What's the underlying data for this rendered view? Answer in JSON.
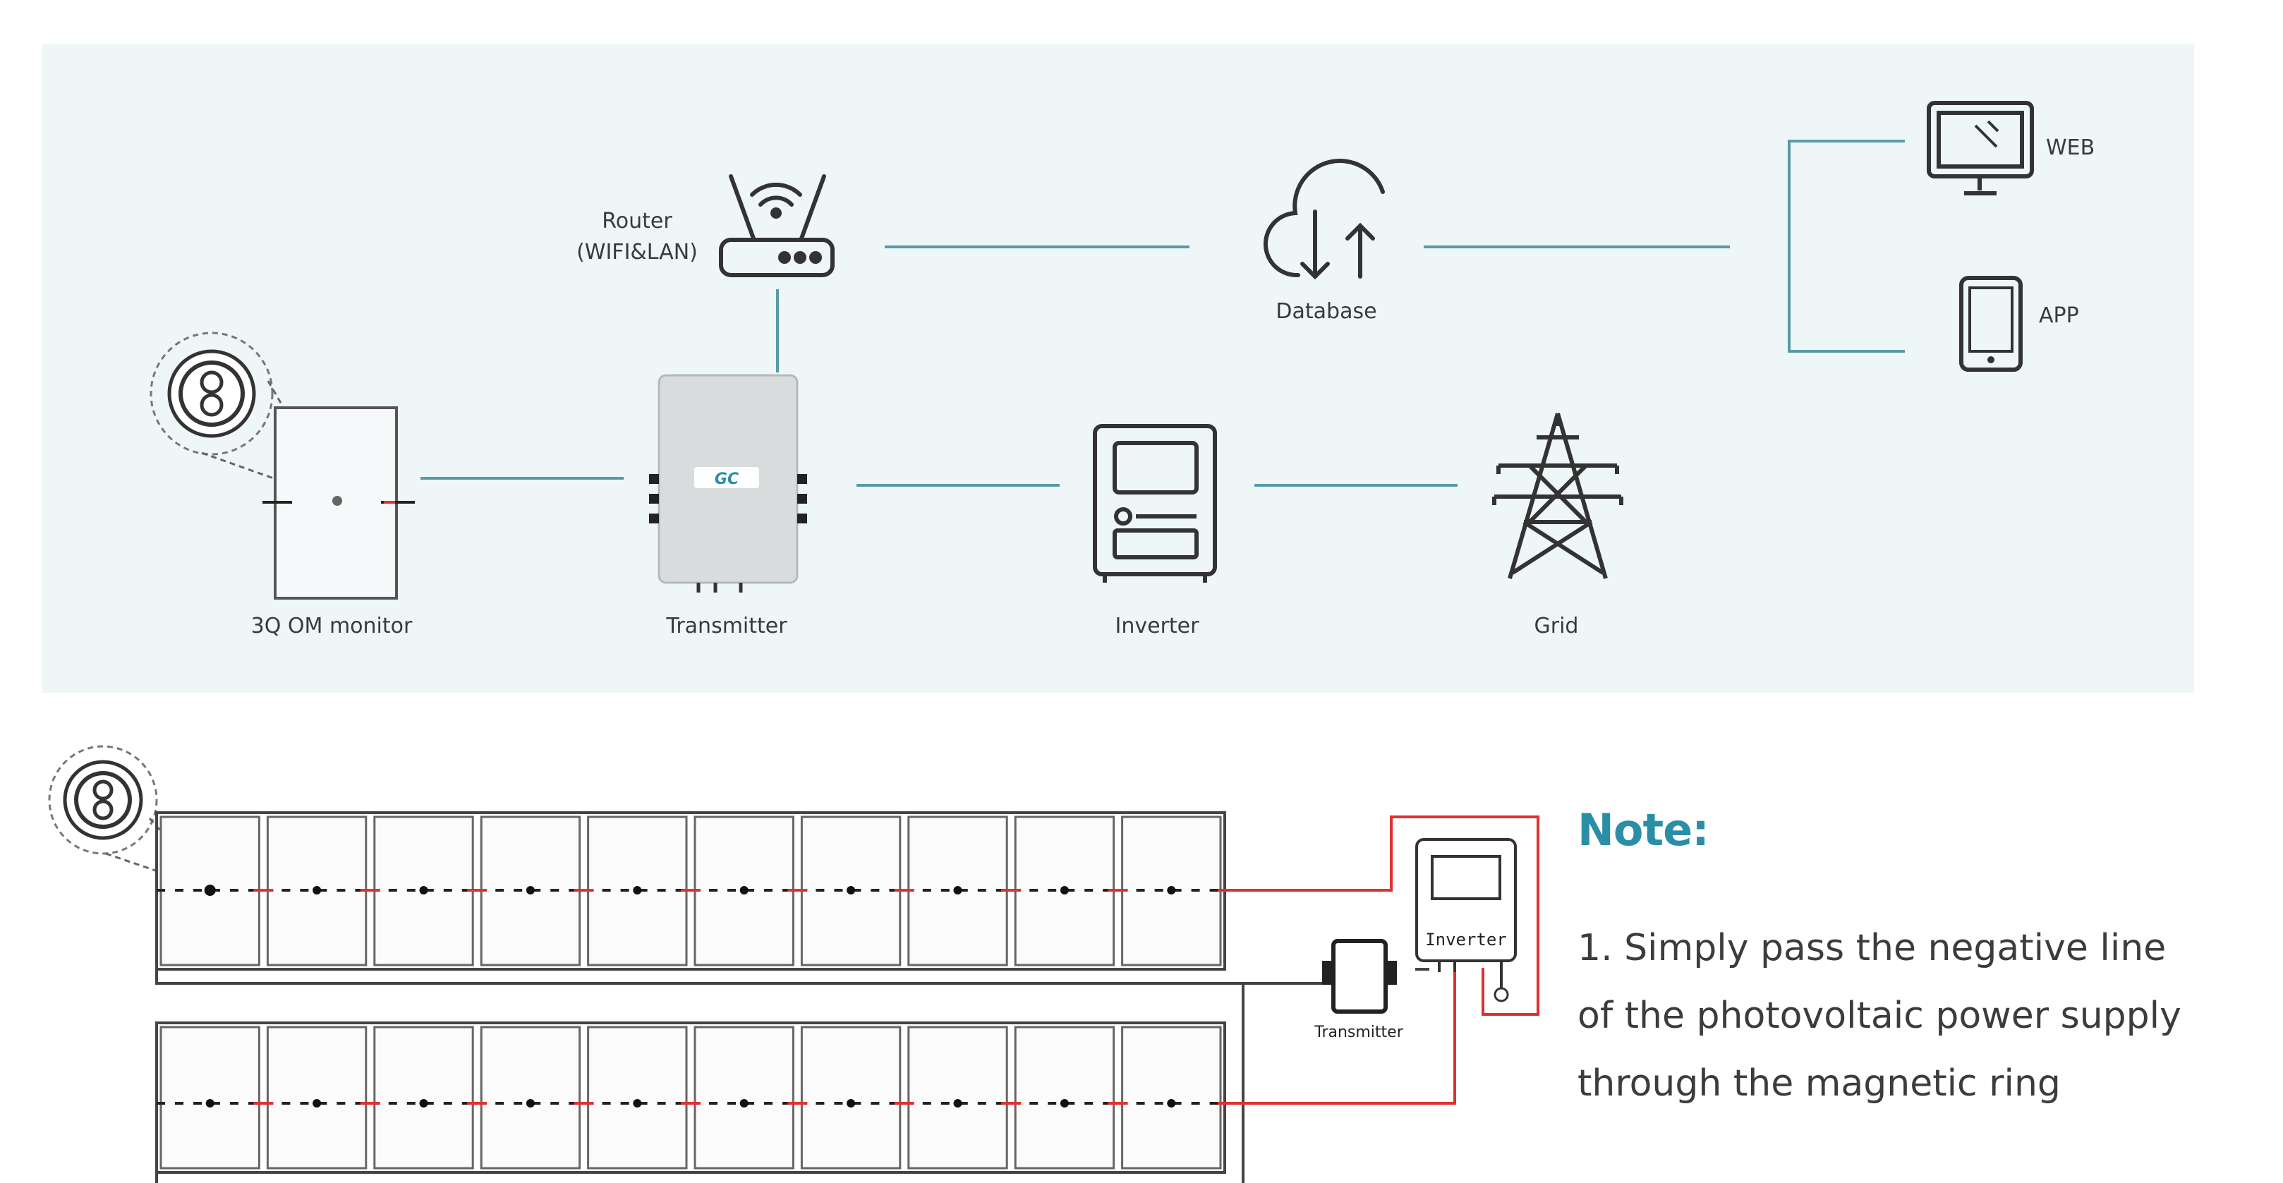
{
  "system": {
    "router_line1": "Router",
    "router_line2": "(WIFI&LAN)",
    "database": "Database",
    "web": "WEB",
    "app": "APP",
    "monitor": "3Q OM monitor",
    "transmitter": "Transmitter",
    "transmitter_logo": "GC",
    "inverter": "Inverter",
    "grid": "Grid"
  },
  "wiring": {
    "inverter_label": "Inverter",
    "transmitter_label": "Transmitter",
    "panels_per_row": 10,
    "rows": 2
  },
  "note": {
    "title": "Note:",
    "text": "1. Simply pass the negative line of the photovoltaic power supply through the magnetic ring"
  },
  "colors": {
    "panel_bg": "#eef6f8",
    "connector": "#5a9aa6",
    "outline": "#444444",
    "accent": "#2a8fa6",
    "wire_red": "#e03030"
  }
}
